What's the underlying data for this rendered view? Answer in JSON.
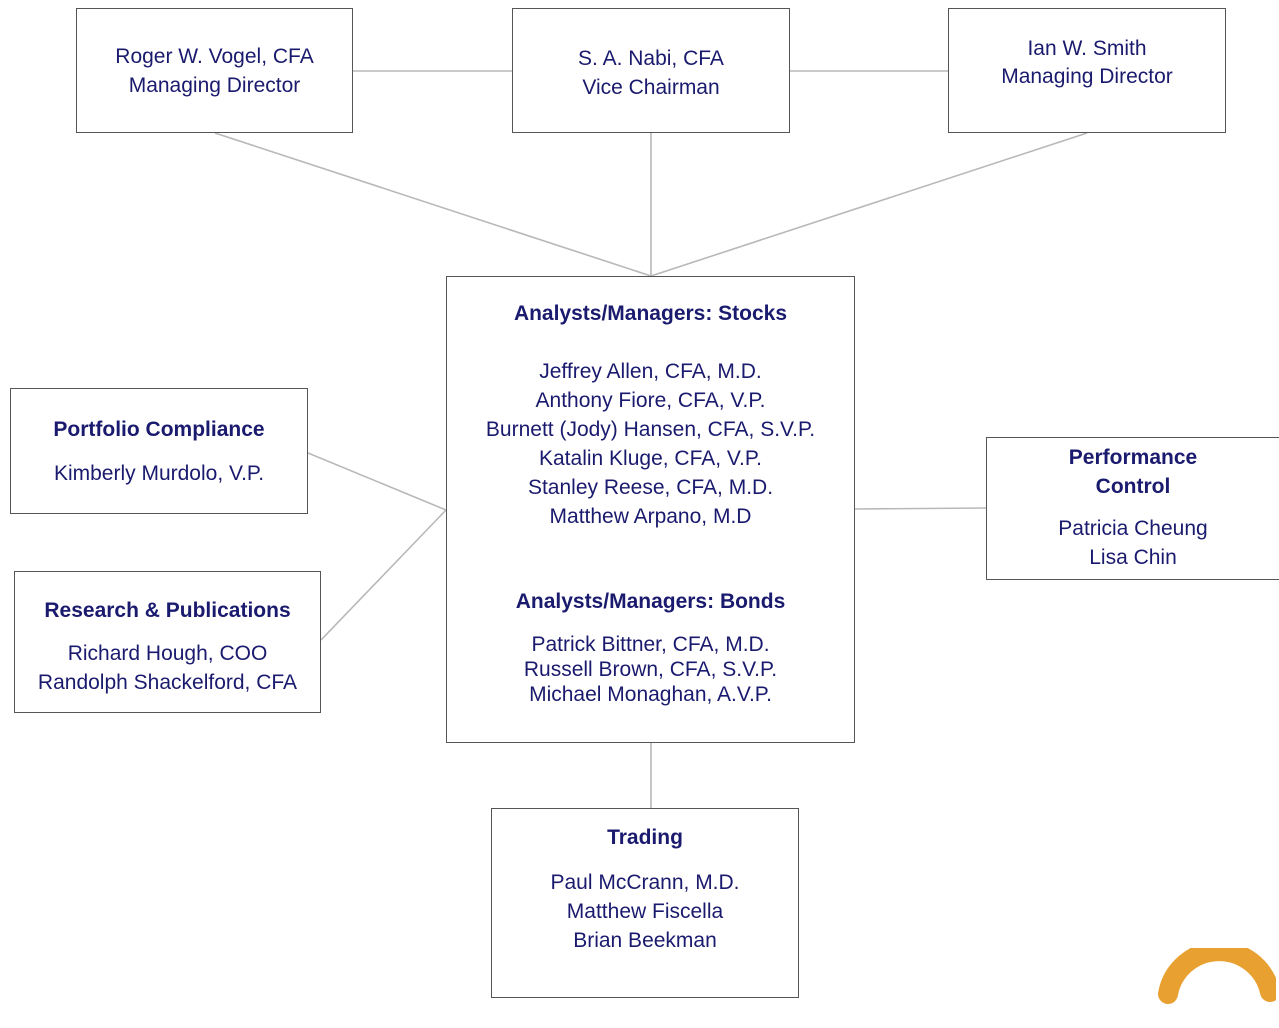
{
  "executives": {
    "vogel": {
      "name": "Roger W. Vogel, CFA",
      "title": "Managing Director"
    },
    "nabi": {
      "name": "S. A. Nabi, CFA",
      "title": "Vice Chairman"
    },
    "smith": {
      "name": "Ian W. Smith",
      "title": "Managing Director"
    }
  },
  "analysts": {
    "stocks_title": "Analysts/Managers: Stocks",
    "stocks": [
      "Jeffrey Allen, CFA, M.D.",
      "Anthony Fiore, CFA, V.P.",
      "Burnett (Jody) Hansen, CFA, S.V.P.",
      "Katalin Kluge, CFA, V.P.",
      "Stanley Reese, CFA, M.D.",
      "Matthew Arpano, M.D"
    ],
    "bonds_title": "Analysts/Managers: Bonds",
    "bonds": [
      "Patrick Bittner, CFA, M.D.",
      "Russell Brown, CFA, S.V.P.",
      "Michael Monaghan, A.V.P."
    ]
  },
  "compliance": {
    "title": "Portfolio Compliance",
    "members": [
      "Kimberly Murdolo, V.P."
    ]
  },
  "research": {
    "title": "Research & Publications",
    "members": [
      "Richard Hough, COO",
      "Randolph Shackelford, CFA"
    ]
  },
  "performance": {
    "title_lines": [
      "Performance",
      "Control"
    ],
    "members": [
      "Patricia Cheung",
      "Lisa Chin"
    ]
  },
  "trading": {
    "title": "Trading",
    "members": [
      "Paul McCrann, M.D.",
      "Matthew Fiscella",
      "Brian Beekman"
    ]
  },
  "colors": {
    "text": "#1a1a6e",
    "border": "#555555",
    "connector": "#b8b8b8",
    "logo": "#e8a030"
  },
  "icons": {
    "logo": "partial-orange-ring-logo"
  }
}
